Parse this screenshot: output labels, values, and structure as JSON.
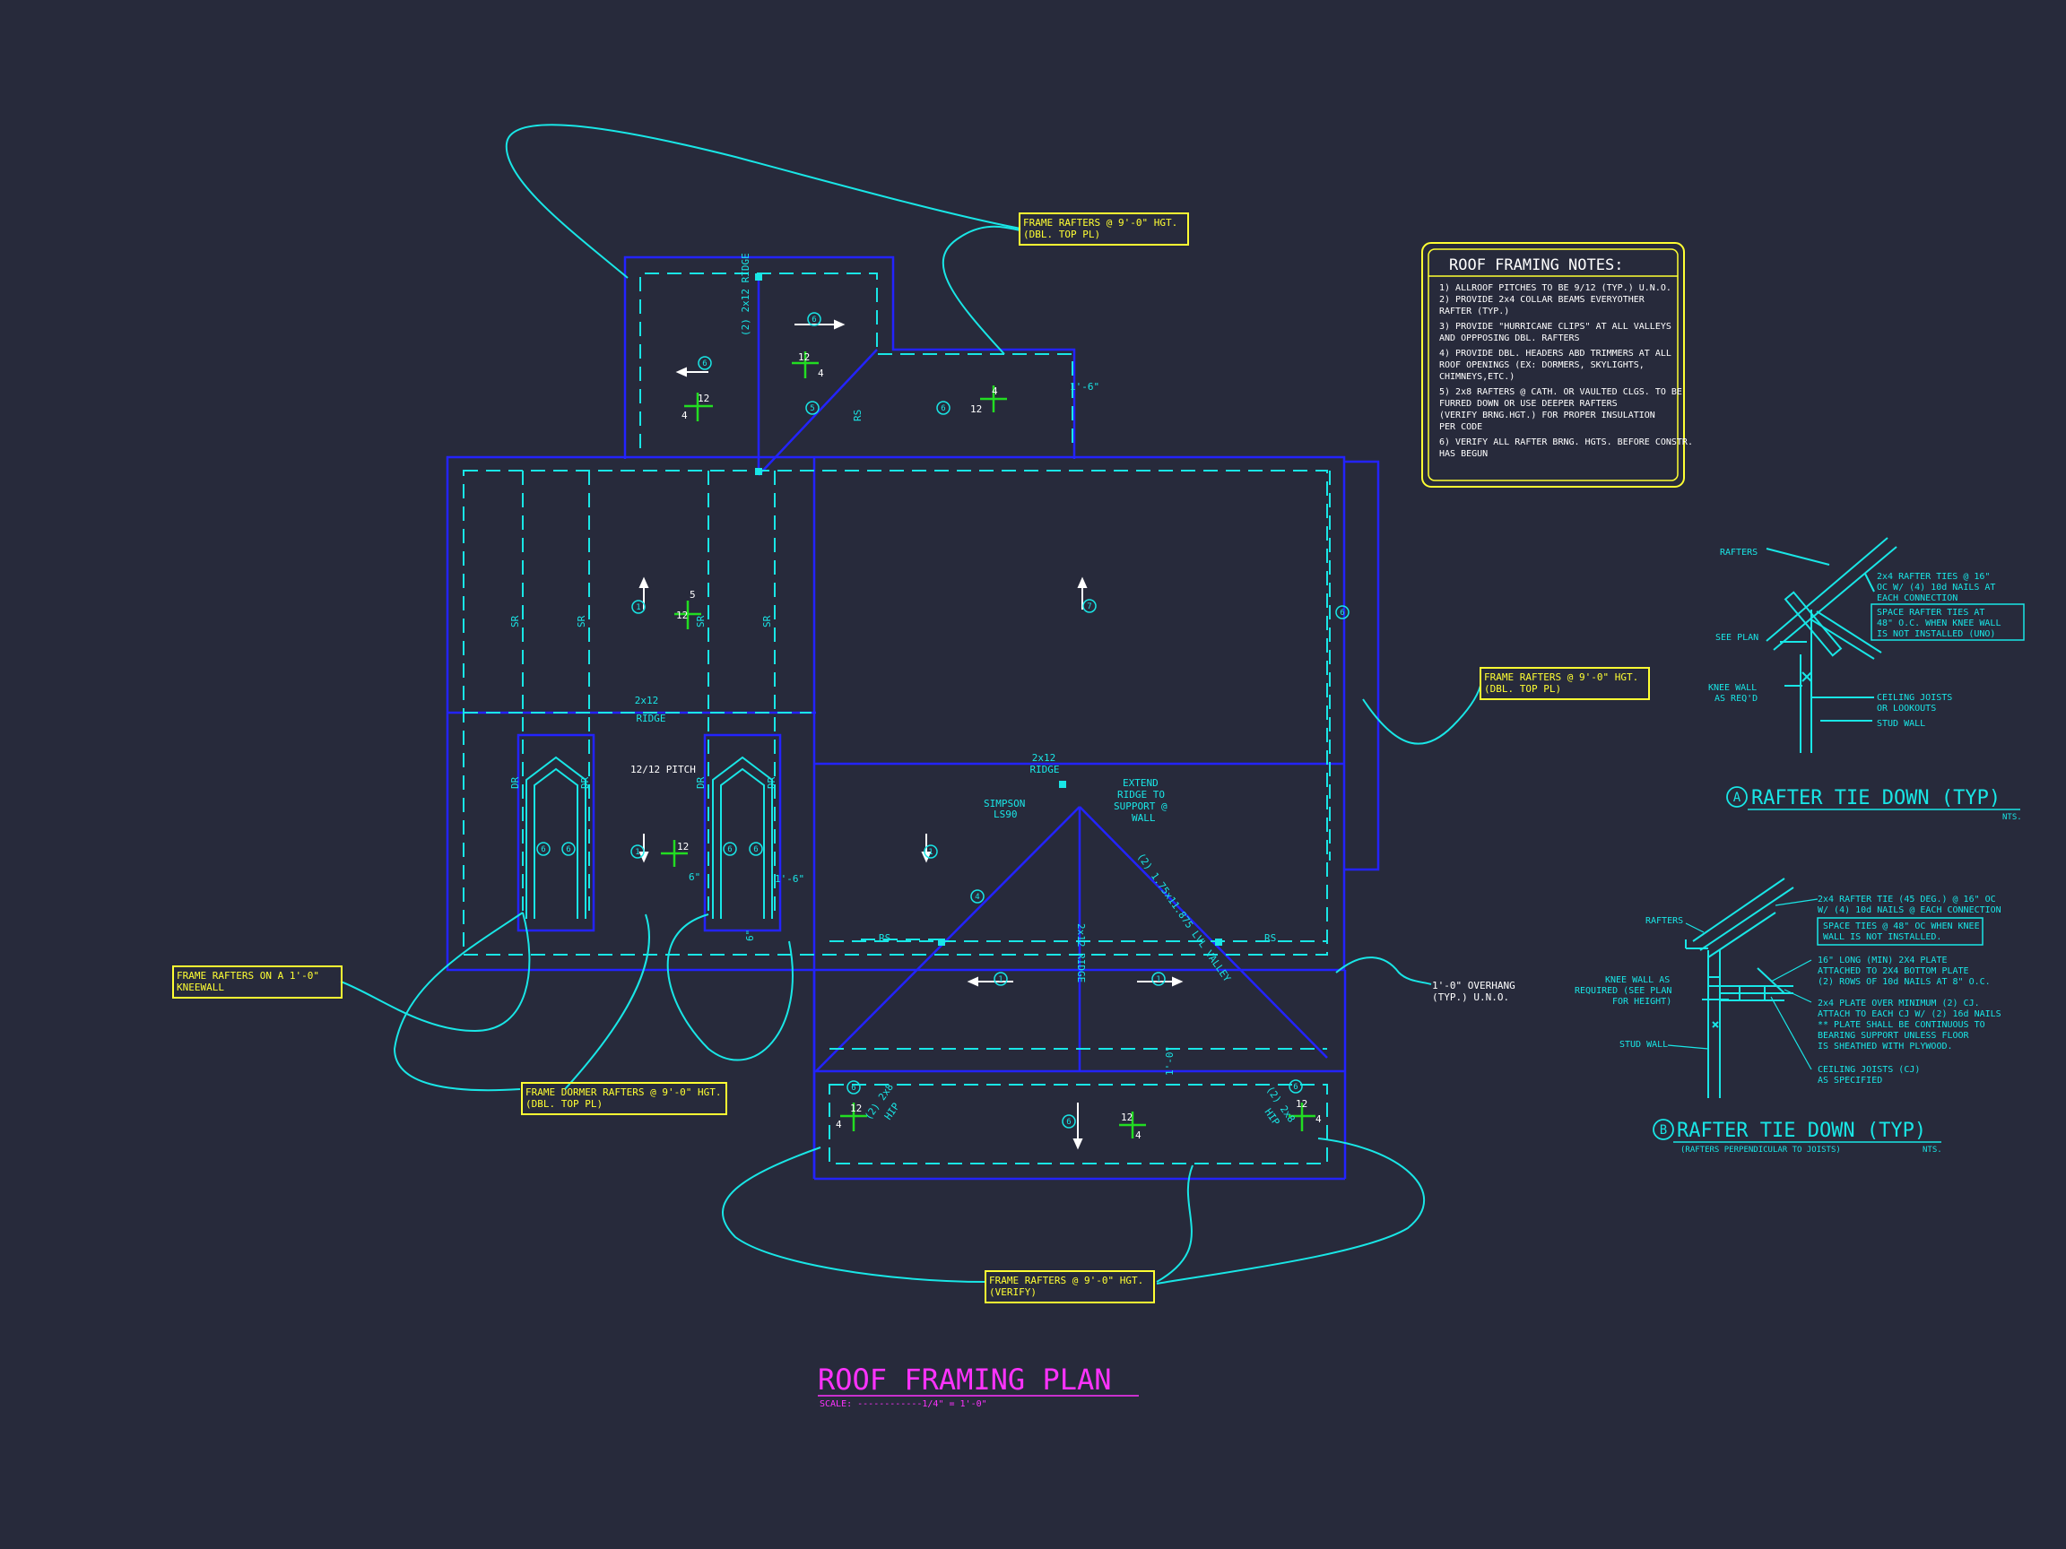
{
  "colors": {
    "background": "#272a3b",
    "wall": "#2323ff",
    "rafter": "#19e6e6",
    "note": "#ffff33",
    "title": "#ff33ff",
    "text": "#ffffff",
    "pitch": "#22dd22"
  },
  "title": {
    "main": "ROOF FRAMING PLAN",
    "scale": "SCALE: ------------1/4\" = 1'-0\""
  },
  "callouts": {
    "top": [
      "FRAME RAFTERS @ 9'-0\" HGT.",
      "(DBL. TOP PL)"
    ],
    "right": [
      "FRAME RAFTERS @ 9'-0\" HGT.",
      "(DBL. TOP PL)"
    ],
    "kneewall": [
      "FRAME RAFTERS ON A 1'-0\"",
      "KNEEWALL"
    ],
    "dormer": [
      "FRAME DORMER RAFTERS @ 9'-0\" HGT.",
      "(DBL. TOP PL)"
    ],
    "bottom": [
      "FRAME RAFTERS @ 9'-0\" HGT.",
      "(VERIFY)"
    ]
  },
  "notes": {
    "title": "ROOF FRAMING NOTES:",
    "lines": [
      "1) ALLROOF PITCHES TO BE  9/12 (TYP.) U.N.O.",
      "2) PROVIDE 2x4 COLLAR BEAMS EVERYOTHER",
      "    RAFTER (TYP.)",
      "3) PROVIDE \"HURRICANE CLIPS\" AT ALL VALLEYS",
      "    AND OPPPOSING DBL. RAFTERS",
      "4) PROVIDE DBL. HEADERS ABD TRIMMERS AT ALL",
      "    ROOF OPENINGS (EX: DORMERS, SKYLIGHTS,",
      "    CHIMNEYS,ETC.)",
      "5) 2x8 RAFTERS @ CATH. OR VAULTED CLGS. TO BE",
      "    FURRED DOWN OR USE DEEPER RAFTERS",
      "    (VERIFY BRNG.HGT.) FOR PROPER INSULATION",
      "    PER CODE",
      "6) VERIFY ALL RAFTER BRNG. HGTS. BEFORE CONSTR.",
      "    HAS BEGUN"
    ]
  },
  "plan_labels": {
    "ridge_2x12": "2x12",
    "ridge": "RIDGE",
    "ridge_vertical": "(2) 2x12 RIDGE",
    "pitch_note": "12/12 PITCH",
    "simpson": [
      "SIMPSON",
      "LS90"
    ],
    "extend": [
      "EXTEND",
      "RIDGE TO",
      "SUPPORT @",
      "WALL"
    ],
    "valley": "(2) 1.75x11.875 LVL VALLEY",
    "ridge_center": "2x12 RIDGE",
    "overhang": [
      "1'-0\" OVERHANG",
      "(TYP.) U.N.O."
    ],
    "dim_6": "6\"",
    "dim_1_6": "1'-6\"",
    "dim_1_0": "1'-0\"",
    "rs": "RS",
    "sr": "SR",
    "dr": "DR",
    "hip_2x8": "(2) 2x8",
    "hip": "HIP",
    "pitch_12": "12",
    "pitch_4": "4",
    "pitch_5": "5",
    "tags": [
      "6",
      "5",
      "1",
      "7",
      "4"
    ]
  },
  "detail_a": {
    "title": "RAFTER TIE DOWN (TYP)",
    "marker": "A",
    "nts": "NTS.",
    "rafters": "RAFTERS",
    "see_plan": "SEE PLAN",
    "knee_wall": [
      "KNEE WALL",
      "AS REQ'D"
    ],
    "ties": [
      "2x4 RAFTER TIES @ 16\"",
      "OC W/ (4) 10d NAILS AT",
      "EACH CONNECTION"
    ],
    "space": [
      "SPACE RAFTER TIES AT",
      "48\" O.C. WHEN KNEE WALL",
      "IS NOT INSTALLED (UNO)"
    ],
    "joists": [
      "CEILING JOISTS",
      "OR LOOKOUTS"
    ],
    "stud": "STUD WALL"
  },
  "detail_b": {
    "title": "RAFTER TIE DOWN (TYP)",
    "marker": "B",
    "subtitle": "(RAFTERS PERPENDICULAR TO JOISTS)",
    "nts": "NTS.",
    "rafters": "RAFTERS",
    "knee_wall": [
      "KNEE WALL AS",
      "REQUIRED (SEE PLAN",
      "FOR HEIGHT)"
    ],
    "stud": "STUD WALL",
    "tie": [
      "2x4 RAFTER TIE (45 DEG.) @ 16\" OC",
      "W/ (4) 10d NAILS @ EACH CONNECTION"
    ],
    "space": [
      "SPACE TIES @ 48\" OC WHEN KNEE",
      "WALL IS NOT INSTALLED."
    ],
    "plate16": [
      "16\" LONG (MIN) 2X4 PLATE",
      "ATTACHED TO 2X4 BOTTOM PLATE",
      "(2) ROWS OF 10d NAILS AT 8\" O.C."
    ],
    "plate_over": [
      "2x4 PLATE OVER MINIMUM (2) CJ.",
      "ATTACH TO EACH CJ W/ (2) 16d NAILS",
      "** PLATE SHALL BE CONTINUOUS TO",
      "BEARING SUPPORT UNLESS FLOOR",
      "IS SHEATHED WITH PLYWOOD."
    ],
    "joists": [
      "CEILING JOISTS (CJ)",
      "AS SPECIFIED"
    ]
  }
}
